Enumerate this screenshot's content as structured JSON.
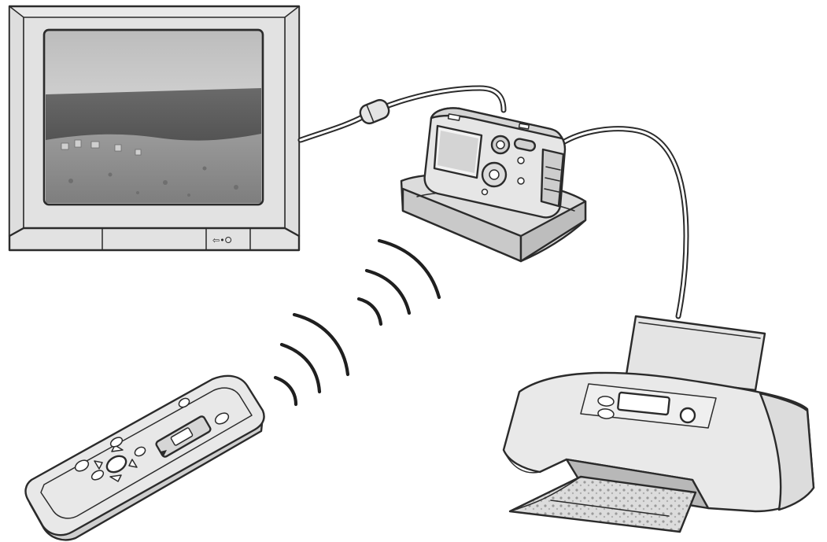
{
  "tv": {
    "input_label": "⇦•⭘"
  },
  "colors": {
    "ink": "#2b2b2b",
    "panel": "#e6e6e6",
    "panel_dark": "#cfcfcf",
    "screen_sky_top": "#c9c9c9",
    "screen_sky_bottom": "#e9e9e9",
    "screen_sea": "#5f5f5f",
    "screen_land": "#8d8d8d",
    "paper": "#d8d8d8"
  },
  "icons": {
    "tv": "television",
    "camera": "digital-camera",
    "cradle": "camera-cradle",
    "printer": "inkjet-printer",
    "remote": "remote-control",
    "signal": "infrared-signal-waves"
  }
}
